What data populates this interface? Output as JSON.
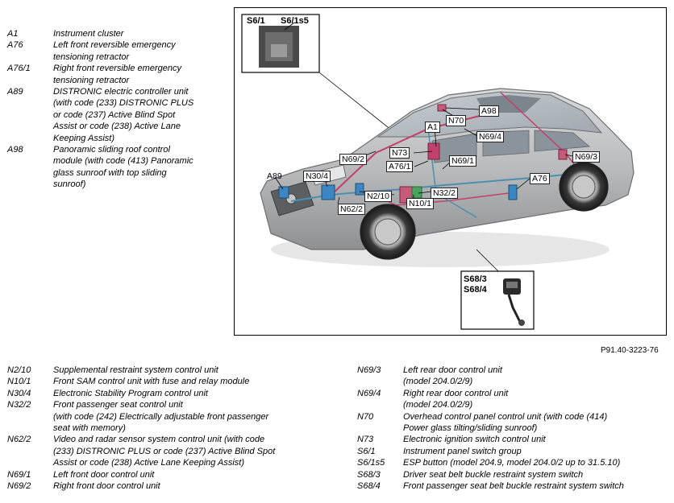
{
  "top_legend": [
    {
      "code": "A1",
      "desc": [
        "Instrument cluster"
      ]
    },
    {
      "code": "A76",
      "desc": [
        "Left front reversible emergency",
        "tensioning retractor"
      ]
    },
    {
      "code": "A76/1",
      "desc": [
        "Right front reversible emergency",
        "tensioning retractor"
      ]
    },
    {
      "code": "A89",
      "desc": [
        "DISTRONIC electric controller unit",
        "(with code (233) DISTRONIC PLUS",
        "or code (237) Active Blind Spot",
        "Assist or code (238) Active Lane",
        "Keeping Assist)"
      ]
    },
    {
      "code": "A98",
      "desc": [
        "Panoramic sliding roof control",
        "module (with code (413) Panoramic",
        "glass sunroof with top sliding",
        "sunroof)"
      ]
    }
  ],
  "bottom_left_legend": [
    {
      "code": "N2/10",
      "desc": [
        "Supplemental restraint system control unit"
      ]
    },
    {
      "code": "N10/1",
      "desc": [
        "Front SAM control unit with fuse and relay module"
      ]
    },
    {
      "code": "N30/4",
      "desc": [
        "Electronic Stability Program control unit"
      ]
    },
    {
      "code": "N32/2",
      "desc": [
        "Front passenger seat control unit",
        "(with code (242) Electrically adjustable front passenger",
        "seat with memory)"
      ]
    },
    {
      "code": "N62/2",
      "desc": [
        "Video and radar sensor system control unit (with code",
        "(233) DISTRONIC PLUS or code (237) Active Blind Spot",
        "Assist or code (238) Active Lane Keeping Assist)"
      ]
    },
    {
      "code": "N69/1",
      "desc": [
        "Left front door control unit"
      ]
    },
    {
      "code": "N69/2",
      "desc": [
        "Right front door control unit"
      ]
    }
  ],
  "bottom_right_legend": [
    {
      "code": "N69/3",
      "desc": [
        "Left rear door control unit",
        "(model 204.0/2/9)"
      ]
    },
    {
      "code": "N69/4",
      "desc": [
        "Right rear door control unit",
        "(model 204.0/2/9)"
      ]
    },
    {
      "code": "N70",
      "desc": [
        "Overhead control panel control unit (with code (414)",
        "Power glass tilting/sliding sunroof)"
      ]
    },
    {
      "code": "N73",
      "desc": [
        "Electronic ignition switch control unit"
      ]
    },
    {
      "code": "S6/1",
      "desc": [
        "Instrument panel switch group"
      ]
    },
    {
      "code": "S6/1s5",
      "desc": [
        "ESP button (model 204.9, model 204.0/2 up to 31.5.10)"
      ]
    },
    {
      "code": "S68/3",
      "desc": [
        "Driver seat belt buckle restraint system switch"
      ]
    },
    {
      "code": "S68/4",
      "desc": [
        "Front passenger seat belt buckle restraint system switch"
      ]
    }
  ],
  "figure": {
    "inset_top": [
      "S6/1",
      "S6/1s5"
    ],
    "inset_bottom": [
      "S68/3",
      "S68/4"
    ],
    "callouts": [
      "A98",
      "N70",
      "A1",
      "N69/4",
      "N73",
      "N69/2",
      "A76/1",
      "N69/1",
      "N69/3",
      "A89",
      "N30/4",
      "A76",
      "N2/10",
      "N32/2",
      "N62/2",
      "N10/1"
    ],
    "reference": "P91.40-3223-76"
  }
}
